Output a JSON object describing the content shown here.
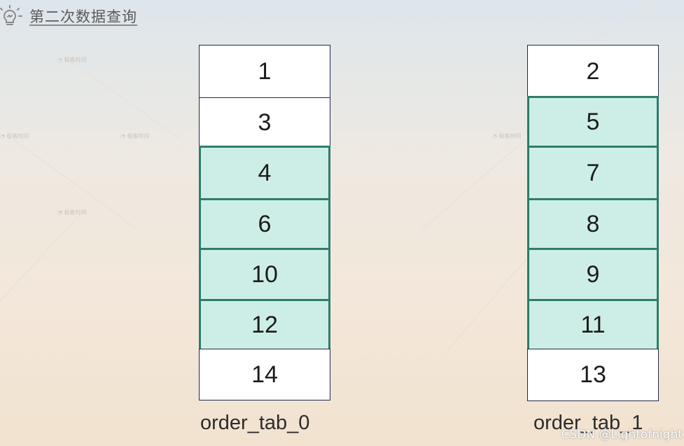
{
  "header": {
    "title": "第二次数据查询",
    "icon": "lightbulb-icon"
  },
  "watermark": "极客时间",
  "tables": [
    {
      "label": "order_tab_0",
      "rows": [
        {
          "value": "1",
          "highlighted": false
        },
        {
          "value": "3",
          "highlighted": false
        },
        {
          "value": "4",
          "highlighted": true
        },
        {
          "value": "6",
          "highlighted": true
        },
        {
          "value": "10",
          "highlighted": true
        },
        {
          "value": "12",
          "highlighted": true
        },
        {
          "value": "14",
          "highlighted": false
        }
      ]
    },
    {
      "label": "order_tab_1",
      "rows": [
        {
          "value": "2",
          "highlighted": false
        },
        {
          "value": "5",
          "highlighted": true
        },
        {
          "value": "7",
          "highlighted": true
        },
        {
          "value": "8",
          "highlighted": true
        },
        {
          "value": "9",
          "highlighted": true
        },
        {
          "value": "11",
          "highlighted": true
        },
        {
          "value": "13",
          "highlighted": false
        }
      ]
    }
  ],
  "credit": "CSDN @Lightofnight",
  "colors": {
    "highlight_fill": "#cdeee6",
    "highlight_border": "#2e7c6c",
    "cell_border": "#1c2a4a"
  }
}
